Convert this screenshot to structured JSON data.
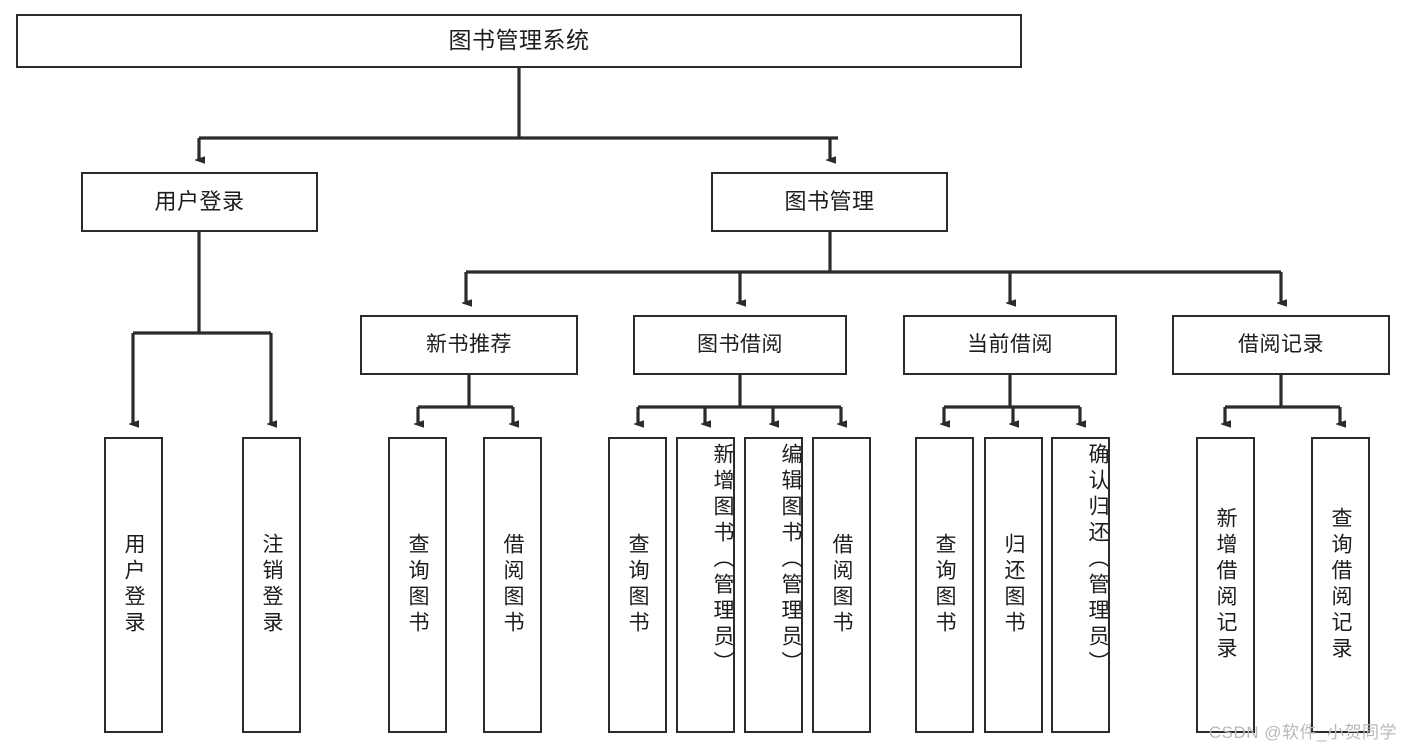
{
  "diagram": {
    "title": "图书管理系统",
    "type": "hierarchy-tree",
    "root": {
      "label": "图书管理系统"
    },
    "level1": [
      {
        "label": "用户登录"
      },
      {
        "label": "图书管理"
      }
    ],
    "level2": [
      {
        "label": "新书推荐"
      },
      {
        "label": "图书借阅"
      },
      {
        "label": "当前借阅"
      },
      {
        "label": "借阅记录"
      }
    ],
    "leaves": {
      "user_login": [
        {
          "label": "用户登录"
        },
        {
          "label": "注销登录"
        }
      ],
      "new_book_recommend": [
        {
          "label": "查询图书"
        },
        {
          "label": "借阅图书"
        }
      ],
      "book_borrow": [
        {
          "label": "查询图书"
        },
        {
          "label": "新增图书（管理员）"
        },
        {
          "label": "编辑图书（管理员）"
        },
        {
          "label": "借阅图书"
        }
      ],
      "current_borrow": [
        {
          "label": "查询图书"
        },
        {
          "label": "归还图书"
        },
        {
          "label": "确认归还（管理员）"
        }
      ],
      "borrow_records": [
        {
          "label": "新增借阅记录"
        },
        {
          "label": "查询借阅记录"
        }
      ]
    }
  },
  "watermark": {
    "text": "CSDN @软件_小贺同学"
  },
  "colors": {
    "stroke": "#2b2b2b",
    "text": "#1d1d1d",
    "background": "#ffffff",
    "watermark": "#b9b9b9"
  }
}
